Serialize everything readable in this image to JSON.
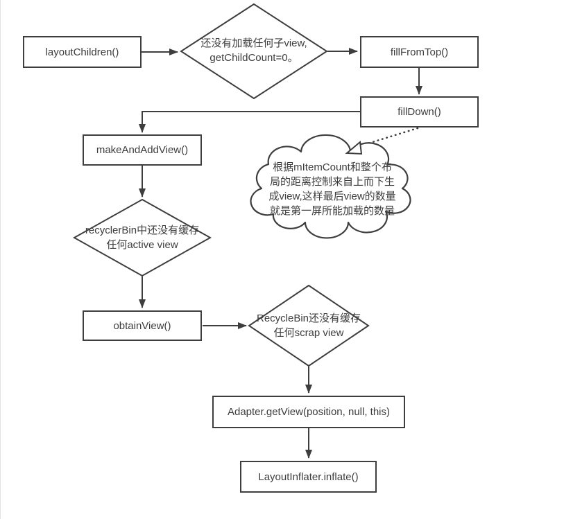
{
  "colors": {
    "stroke": "#3e3e3e",
    "text": "#3c3c3c",
    "node_fill": "#ffffff",
    "background": "#ffffff"
  },
  "nodes": {
    "layout_children": {
      "label": "layoutChildren()"
    },
    "fill_from_top": {
      "label": "fillFromTop()"
    },
    "fill_down": {
      "label": "fillDown()"
    },
    "make_and_add_view": {
      "label": "makeAndAddView()"
    },
    "obtain_view": {
      "label": "obtainView()"
    },
    "adapter_get_view": {
      "label": "Adapter.getView(position, null, this)"
    },
    "layout_inflater": {
      "label": "LayoutInflater.inflate()"
    }
  },
  "decisions": {
    "no_child_views": {
      "label": "还没有加载任何子view,\ngetChildCount=0。"
    },
    "recycler_bin_no_active": {
      "label": "recyclerBin中还没有缓存\n任何active view"
    },
    "recycle_bin_no_scrap": {
      "label": "RecycleBin还没有缓存\n任何scrap view"
    }
  },
  "annotation": {
    "cloud_note": "根据mItemCount和整个布\n局的距离控制来自上而下生\n成view,这样最后view的数量\n就是第一屏所能加载的数量"
  }
}
